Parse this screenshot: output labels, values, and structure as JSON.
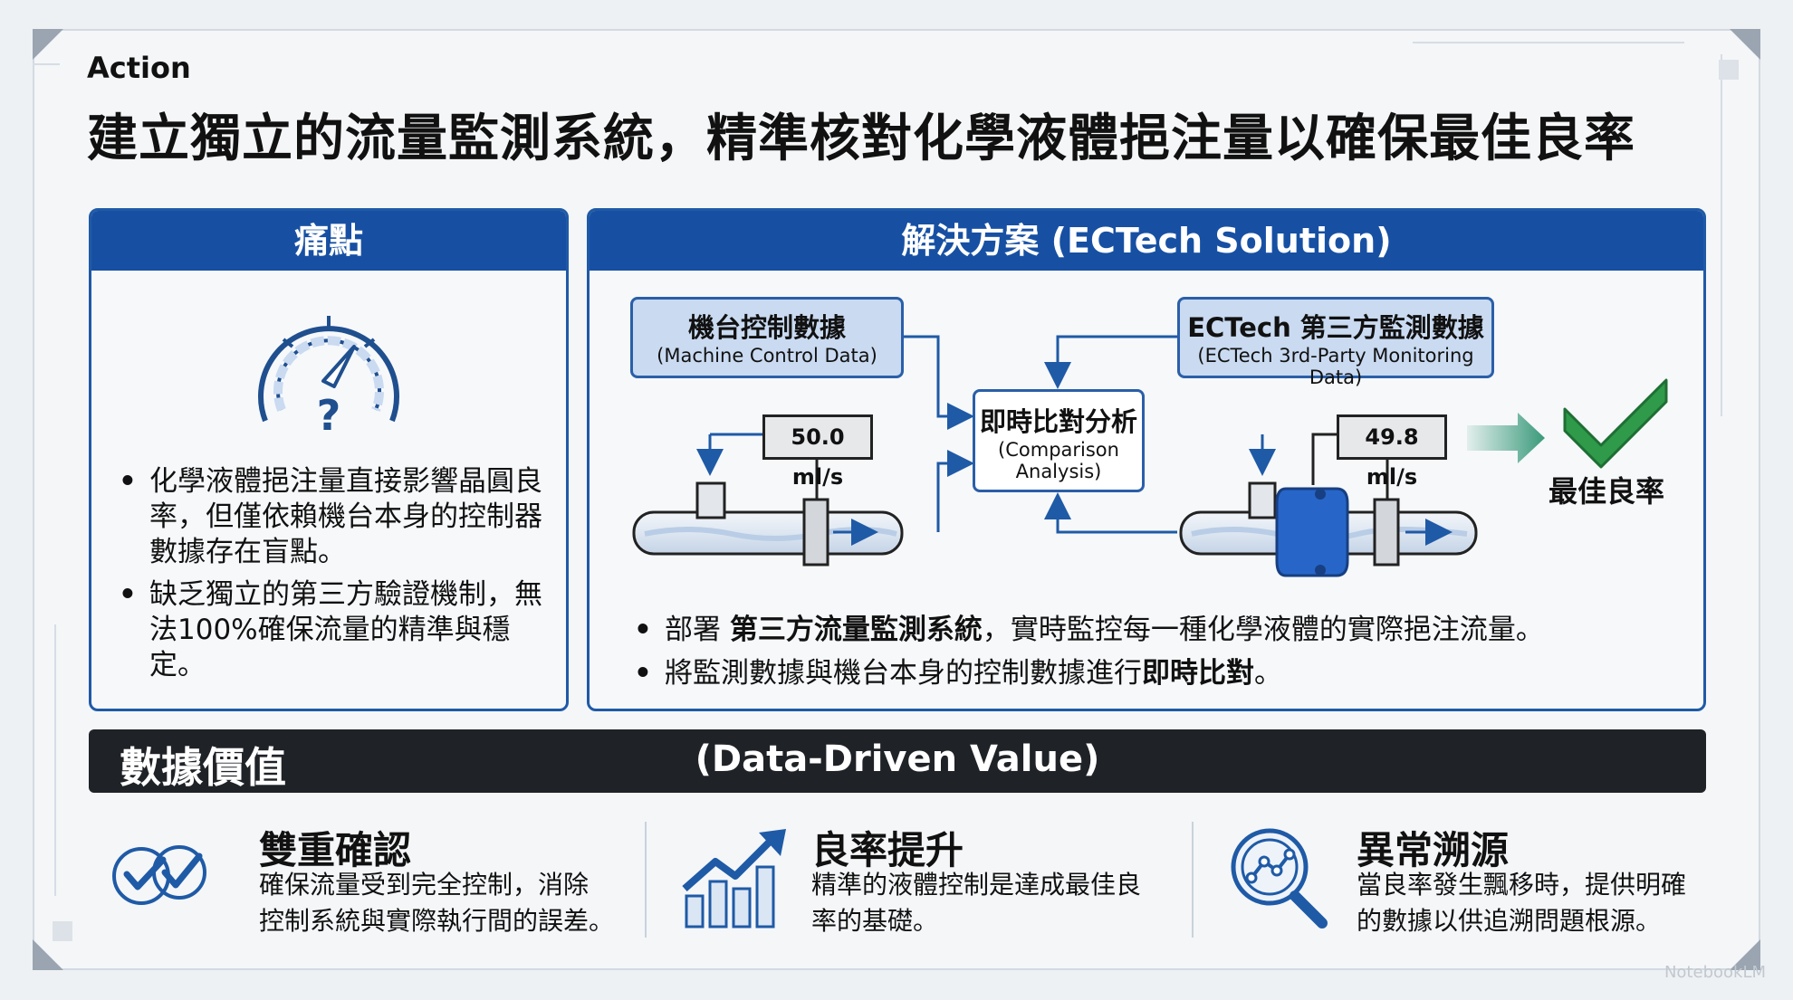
{
  "header": {
    "action_label": "Action",
    "title": "建立獨立的流量監測系統，精準核對化學液體挹注量以確保最佳良率"
  },
  "pain_point": {
    "heading": "痛點",
    "icon": "gauge-question-icon",
    "bullets": [
      "化學液體挹注量直接影響晶圓良率，但僅依賴機台本身的控制器數據存在盲點。",
      "缺乏獨立的第三方驗證機制，無法100%確保流量的精準與穩定。"
    ]
  },
  "solution": {
    "heading": "解決方案 (ECTech Solution)",
    "machine_box": {
      "title": "機台控制數據",
      "subtitle": "(Machine Control Data)"
    },
    "ectech_box": {
      "title": "ECTech 第三方監測數據",
      "subtitle": "(ECTech 3rd-Party Monitoring Data)"
    },
    "compare_box": {
      "title": "即時比對分析",
      "subtitle_line1": "(Comparison",
      "subtitle_line2": "Analysis)"
    },
    "machine_reading": "50.0 ml/s",
    "ectech_reading": "49.8 ml/s",
    "result_label": "最佳良率",
    "bullet1": {
      "pre": "部署 ",
      "bold": "第三方流量監測系統",
      "post": "，實時監控每一種化學液體的實際挹注流量。"
    },
    "bullet2": {
      "pre": "將監測數據與機台本身的控制數據進行",
      "bold": "即時比對",
      "post": "。"
    }
  },
  "value_bar": {
    "left": "數據價值",
    "center": "(Data-Driven Value)"
  },
  "values": [
    {
      "icon": "double-check-icon",
      "title": "雙重確認",
      "desc_line1": "確保流量受到完全控制，消除",
      "desc_line2": "控制系統與實際執行間的誤差。"
    },
    {
      "icon": "growth-chart-icon",
      "title": "良率提升",
      "desc_line1": "精準的液體控制是達成最佳良",
      "desc_line2": "率的基礎。"
    },
    {
      "icon": "magnifier-chart-icon",
      "title": "異常溯源",
      "desc_line1": "當良率發生飄移時，提供明確",
      "desc_line2": "的數據以供追溯問題根源。"
    }
  ],
  "watermark": "NotebookLM",
  "colors": {
    "brand_blue": "#1750a3",
    "dark_bar": "#1f2227",
    "check_green": "#2e9a4a"
  }
}
